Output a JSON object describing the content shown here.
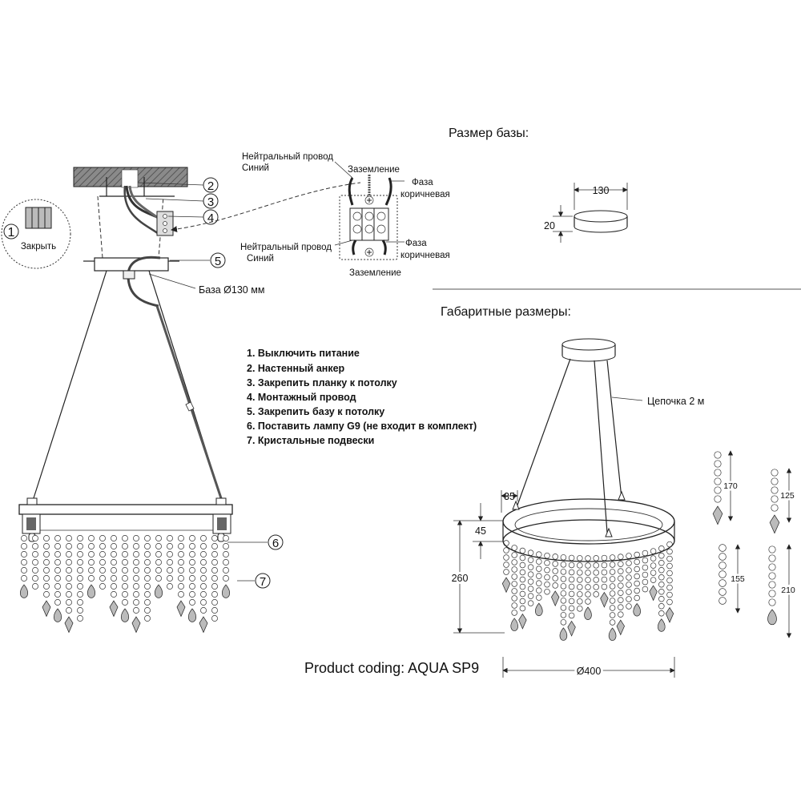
{
  "callouts": [
    "1",
    "2",
    "3",
    "4",
    "5",
    "6",
    "7"
  ],
  "lock_label": "Закрыть",
  "base_label": "База Ø130 мм",
  "wiring": {
    "neutral_top_1": "Нейтральный провод",
    "neutral_top_2": "Синий",
    "ground_top": "Заземление",
    "phase_top_1": "Фаза",
    "phase_top_2": "коричневая",
    "neutral_bot_1": "Нейтральный провод",
    "neutral_bot_2": "Синий",
    "phase_bot_1": "Фаза",
    "phase_bot_2": "коричневая",
    "ground_bot": "Заземление"
  },
  "instructions": [
    "1. Выключить питание",
    "2. Настенный анкер",
    "3. Закрепить планку к потолку",
    "4. Монтажный провод",
    "5. Закрепить базу к потолку",
    "6. Поставить лампу G9 (не входит в комплект)",
    "7. Кристальные подвески"
  ],
  "base_size": {
    "title": "Размер базы:",
    "width": "130",
    "height": "20"
  },
  "overall": {
    "title": "Габаритные размеры:",
    "chain": "Цепочка 2 м",
    "dim_35": "35",
    "dim_45": "45",
    "dim_260": "260",
    "diameter": "Ø400"
  },
  "pendants": [
    "170",
    "125",
    "155",
    "210"
  ],
  "product_coding": "Product coding: AQUA SP9"
}
